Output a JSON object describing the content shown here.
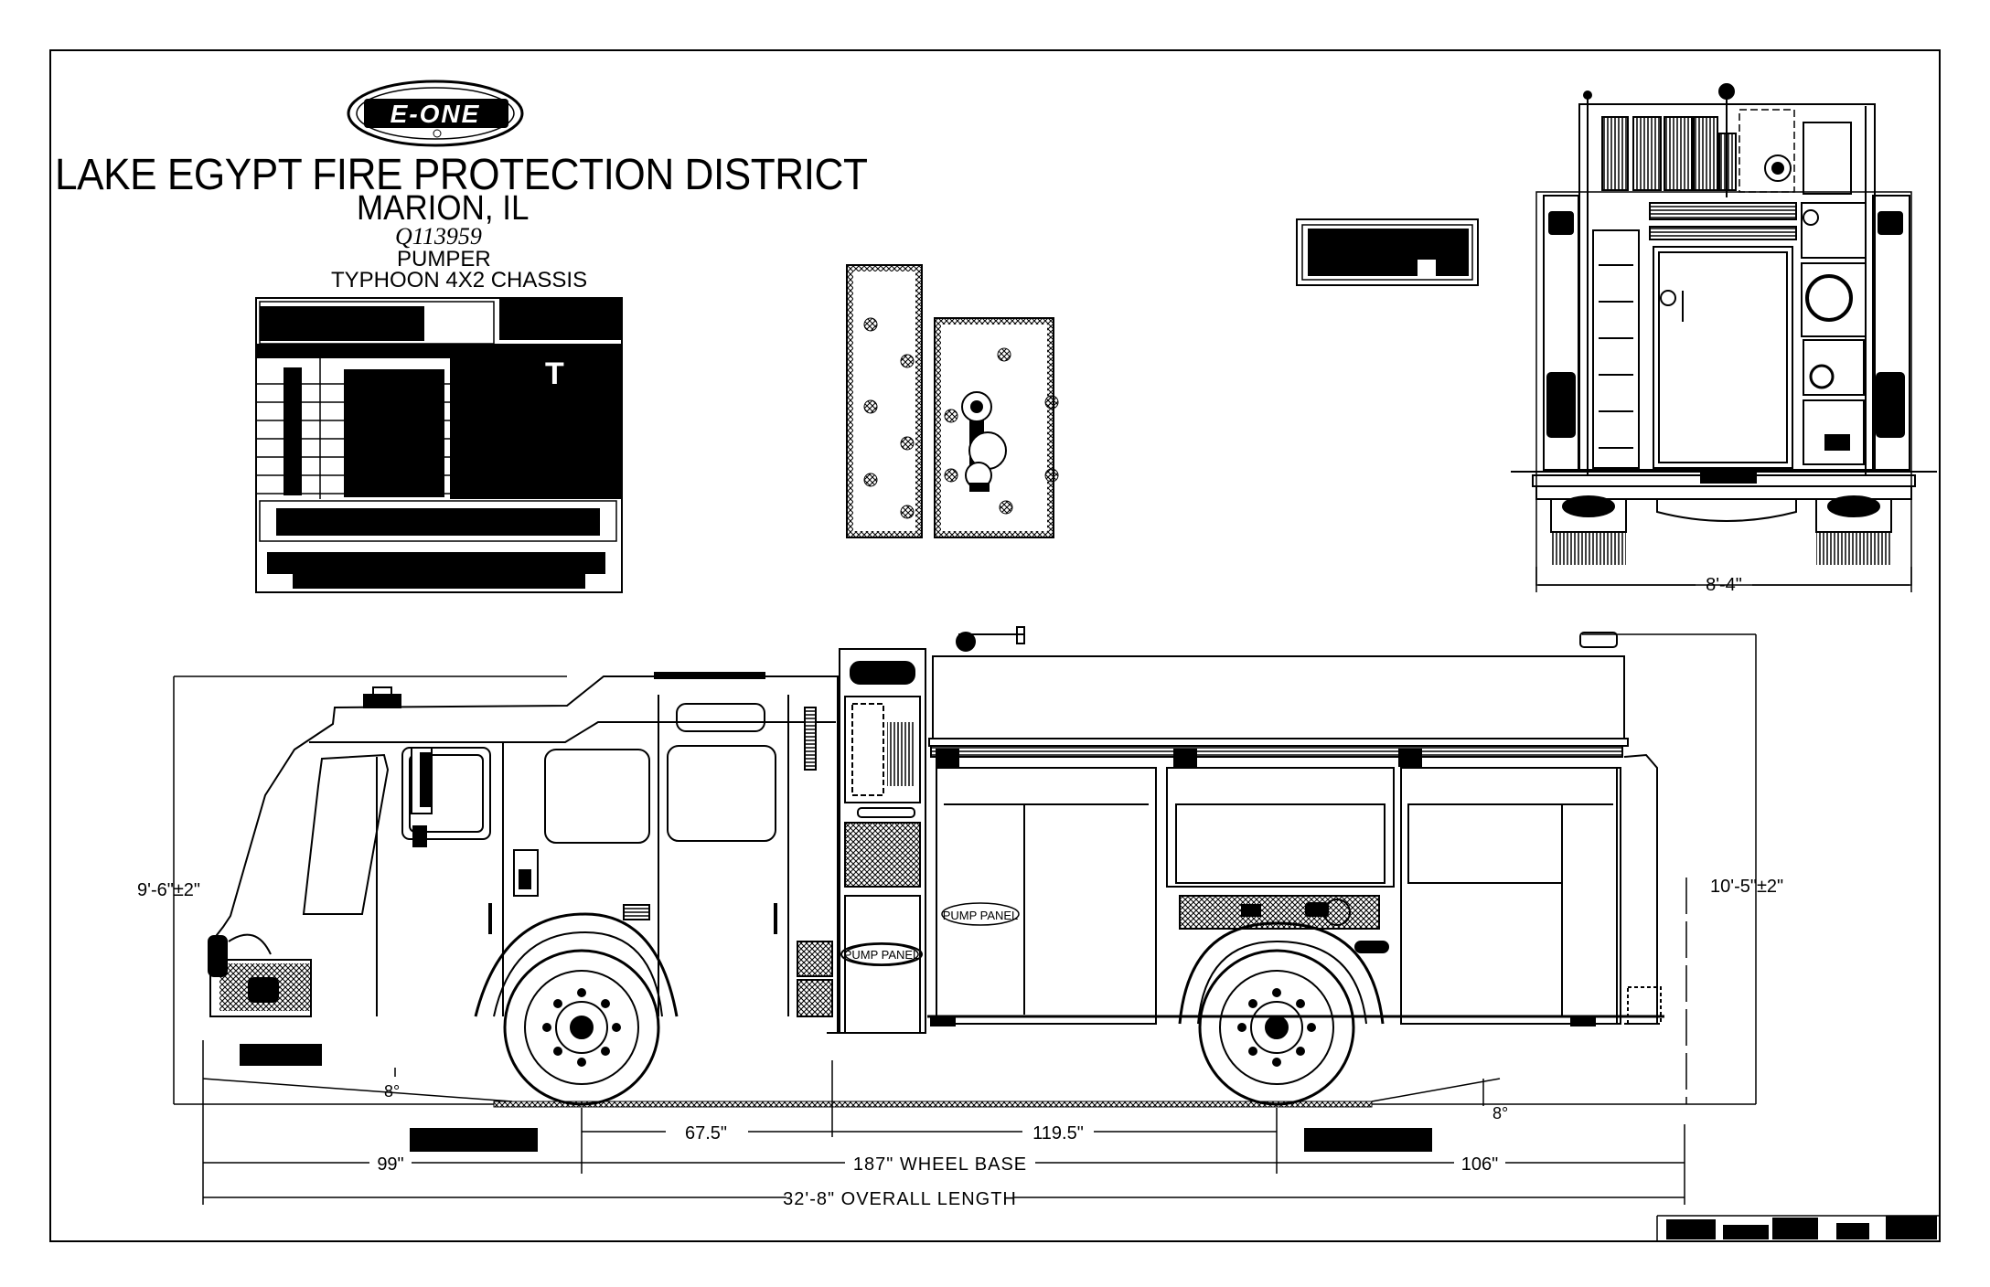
{
  "logo": {
    "text": "E-ONE"
  },
  "title": {
    "district": "LAKE EGYPT FIRE PROTECTION DISTRICT",
    "city": "MARION, IL",
    "quote_number": "Q113959",
    "apparatus_type": "PUMPER",
    "chassis": "TYPHOON 4X2 CHASSIS"
  },
  "spec_table": {
    "mark": "T"
  },
  "side_view": {
    "cab_height": "9'-6\"±2\"",
    "overall_height": "10'-5\"±2\"",
    "approach_angle": "8°",
    "departure_angle": "8°",
    "front_overhang": "99\"",
    "cab_to_axle": "67.5\"",
    "axle_to_body": "119.5\"",
    "wheel_base": "187\" WHEEL BASE",
    "rear_overhang": "106\"",
    "overall_length": "32'-8\" OVERALL LENGTH",
    "pump_panel_labels": [
      "PUMP PANEL",
      "PUMP PANEL"
    ]
  },
  "rear_view": {
    "width": "8'-4\""
  }
}
